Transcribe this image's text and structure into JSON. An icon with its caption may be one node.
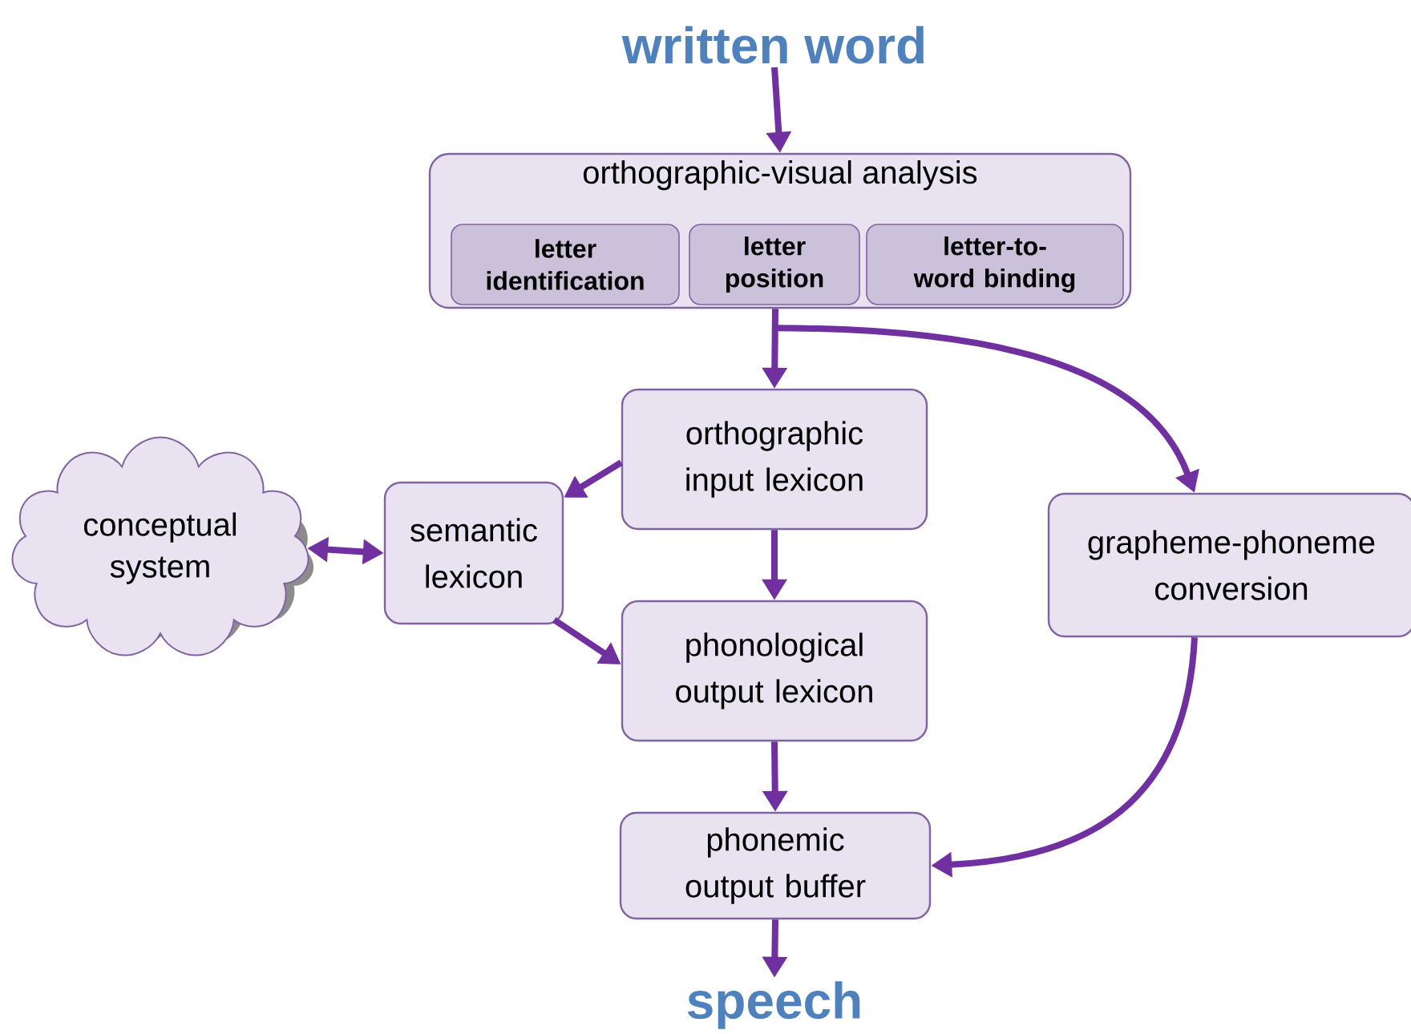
{
  "diagram": {
    "nodes": [
      {
        "text": [
          "written word"
        ]
      },
      {
        "text": [
          "orthographic-visual analysis"
        ]
      },
      {
        "text": [
          "letter identification"
        ],
        "in": 1
      },
      {
        "text": [
          "letter position"
        ],
        "in": 1
      },
      {
        "text": [
          "letter-to-word binding"
        ],
        "in": 1
      },
      {
        "text": [
          "orthographic input lexicon"
        ]
      },
      {
        "text": [
          "conceptual system"
        ]
      },
      {
        "text": [
          "semantic lexicon"
        ]
      },
      {
        "text": [
          "grapheme-phoneme conversion"
        ]
      },
      {
        "text": [
          "phonological output lexicon"
        ]
      },
      {
        "text": [
          "phonemic output buffer"
        ]
      },
      {
        "text": [
          "speech"
        ]
      }
    ],
    "edges": [
      {
        "from": 0,
        "to": 1,
        "arrow": "to"
      },
      {
        "from": 1,
        "to": 5,
        "arrow": "to"
      },
      {
        "from": 1,
        "to": 8,
        "arrow": "to"
      },
      {
        "from": 5,
        "to": 7,
        "arrow": "to"
      },
      {
        "from": 6,
        "to": 7,
        "arrow": "both"
      },
      {
        "from": 5,
        "to": 9,
        "arrow": "to"
      },
      {
        "from": 7,
        "to": 9,
        "arrow": "to"
      },
      {
        "from": 9,
        "to": 10,
        "arrow": "to"
      },
      {
        "from": 8,
        "to": 10,
        "arrow": "to"
      },
      {
        "from": 10,
        "to": 11,
        "arrow": "to"
      }
    ]
  }
}
